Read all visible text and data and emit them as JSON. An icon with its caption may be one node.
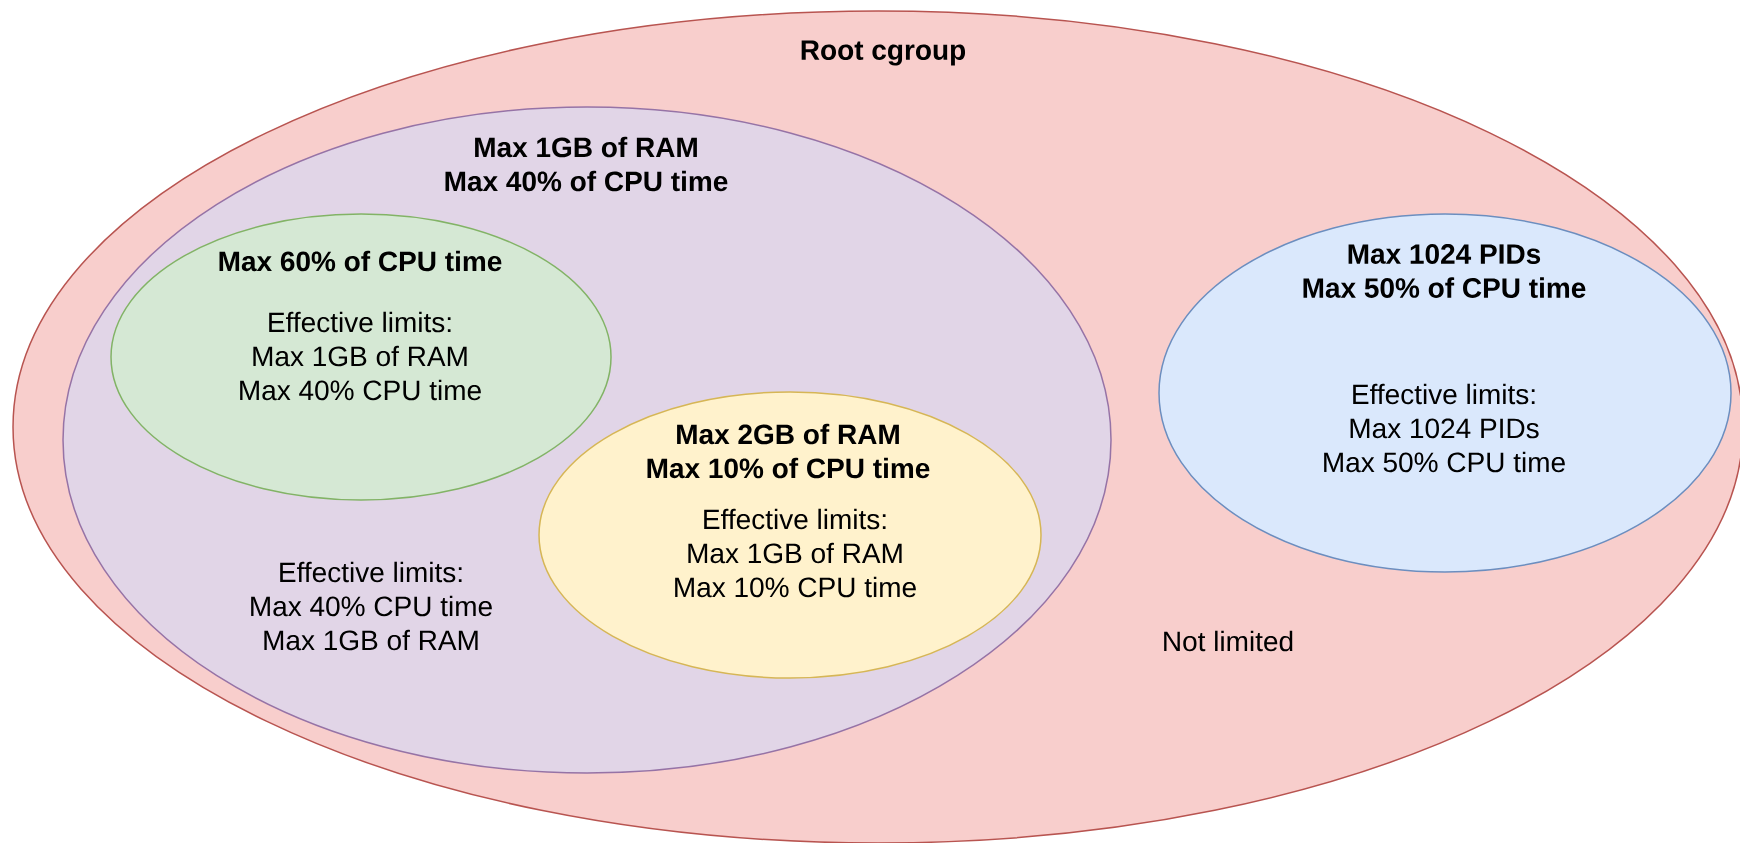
{
  "diagram": {
    "nodes": [
      {
        "text": [
          "Root cgroup",
          "Not limited"
        ]
      },
      {
        "text": [
          "Max 1GB of RAM Max 40% of CPU time",
          "Effective limits: Max 40% CPU time Max 1GB of RAM"
        ],
        "in": 0
      },
      {
        "text": [
          "Max 60% of CPU time",
          "Effective limits: Max 1GB of RAM Max 40% CPU time"
        ],
        "in": 1
      },
      {
        "text": [
          "Max 2GB of RAM Max 10% of CPU time",
          "Effective limits: Max 1GB of RAM Max 10% CPU time"
        ],
        "in": 1
      },
      {
        "text": [
          "Max 1024 PIDs Max 50% of CPU time",
          "Effective limits: Max 1024 PIDs Max 50% CPU time"
        ],
        "in": 0
      }
    ]
  }
}
